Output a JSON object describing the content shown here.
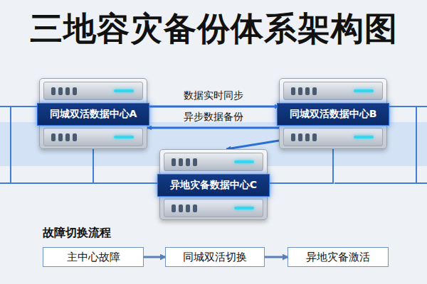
{
  "diagram": {
    "title": "三地容灾备份体系架构图",
    "nodes": [
      {
        "text": [
          "同城双活数据中心A"
        ]
      },
      {
        "text": [
          "同城双活数据中心B"
        ]
      },
      {
        "text": [
          "异地灾备数据中心C"
        ]
      },
      {
        "text": [
          "主中心故障"
        ]
      },
      {
        "text": [
          "同城双活切换"
        ]
      },
      {
        "text": [
          "异地灾备激活"
        ]
      }
    ],
    "edges": [
      {
        "from": 0,
        "to": 1,
        "arrow": "to",
        "label": "数据实时同步"
      },
      {
        "from": 1,
        "to": 0,
        "arrow": "to",
        "label": "异步数据备份"
      },
      {
        "from": 1,
        "to": 2,
        "arrow": "to"
      },
      {
        "from": 0,
        "to": 2,
        "arrow": "none"
      },
      {
        "from": 1,
        "to": 2,
        "arrow": "none"
      },
      {
        "from": 3,
        "to": 4,
        "arrow": "to"
      },
      {
        "from": 4,
        "to": 5,
        "arrow": "to"
      }
    ],
    "labels": [
      "故障切换流程"
    ]
  }
}
